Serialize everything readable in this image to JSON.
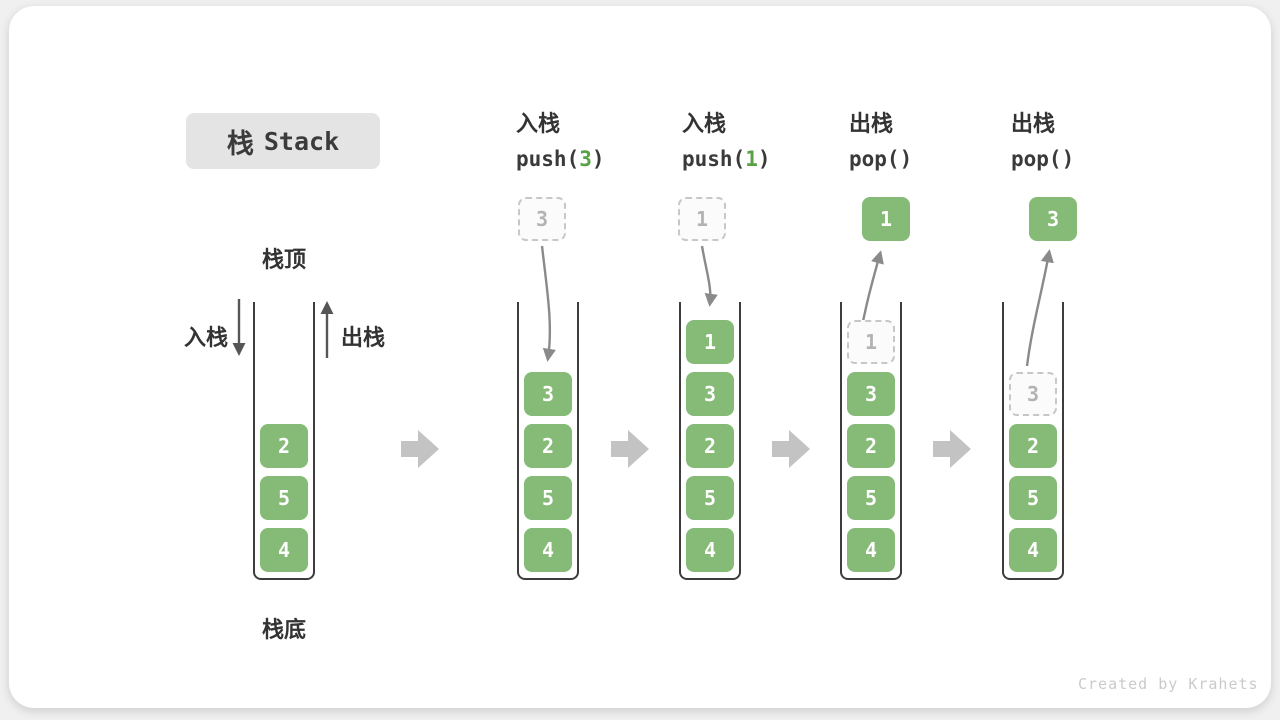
{
  "title": {
    "zh": "栈",
    "en": "Stack"
  },
  "side_labels": {
    "push": "入栈",
    "pop": "出栈",
    "stack_top": "栈顶",
    "stack_bottom": "栈底"
  },
  "operations": [
    {
      "name_cn": "入栈",
      "code_prefix": "push(",
      "code_arg": "3",
      "code_suffix": ")"
    },
    {
      "name_cn": "入栈",
      "code_prefix": "push(",
      "code_arg": "1",
      "code_suffix": ")"
    },
    {
      "name_cn": "出栈",
      "code_prefix": "pop(",
      "code_arg": "",
      "code_suffix": ")"
    },
    {
      "name_cn": "出栈",
      "code_prefix": "pop(",
      "code_arg": "",
      "code_suffix": ")"
    }
  ],
  "floating_boxes": [
    {
      "value": "3",
      "style": "ghost"
    },
    {
      "value": "1",
      "style": "ghost"
    },
    {
      "value": "1",
      "style": "solid"
    },
    {
      "value": "3",
      "style": "solid"
    }
  ],
  "stacks": [
    {
      "items": [
        {
          "value": "2",
          "style": "solid"
        },
        {
          "value": "5",
          "style": "solid"
        },
        {
          "value": "4",
          "style": "solid"
        }
      ]
    },
    {
      "items": [
        {
          "value": "3",
          "style": "solid"
        },
        {
          "value": "2",
          "style": "solid"
        },
        {
          "value": "5",
          "style": "solid"
        },
        {
          "value": "4",
          "style": "solid"
        }
      ]
    },
    {
      "items": [
        {
          "value": "1",
          "style": "solid"
        },
        {
          "value": "3",
          "style": "solid"
        },
        {
          "value": "2",
          "style": "solid"
        },
        {
          "value": "5",
          "style": "solid"
        },
        {
          "value": "4",
          "style": "solid"
        }
      ]
    },
    {
      "items": [
        {
          "value": "1",
          "style": "ghost"
        },
        {
          "value": "3",
          "style": "solid"
        },
        {
          "value": "2",
          "style": "solid"
        },
        {
          "value": "5",
          "style": "solid"
        },
        {
          "value": "4",
          "style": "solid"
        }
      ]
    },
    {
      "items": [
        {
          "value": "3",
          "style": "ghost"
        },
        {
          "value": "2",
          "style": "solid"
        },
        {
          "value": "5",
          "style": "solid"
        },
        {
          "value": "4",
          "style": "solid"
        }
      ]
    }
  ],
  "watermark": "Created by Krahets",
  "colors": {
    "box_green": "#85bb76",
    "arg_green": "#58a145",
    "ghost_border": "#c7c7c7",
    "label_dark": "#333333",
    "curve_arrow_gray": "#8a8a8a",
    "straight_arrow_gray": "#565656",
    "chevron_gray": "#c3c3c3",
    "title_bg": "#e4e4e4"
  }
}
